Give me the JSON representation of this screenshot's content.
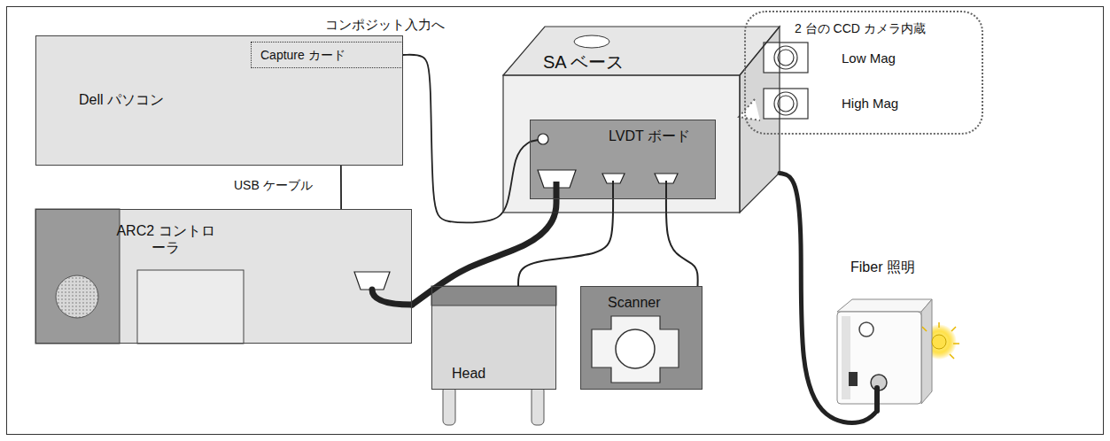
{
  "diagram": {
    "nodes": [
      {
        "text": [
          "Dell パソコン"
        ]
      },
      {
        "text": [
          "Capture カード"
        ],
        "in": 0
      },
      {
        "text": [
          "ARC2 コントローラ"
        ]
      },
      {
        "text": [
          "SA ベース"
        ]
      },
      {
        "text": [
          "LVDT ボード"
        ],
        "in": 3
      },
      {
        "text": [
          "2 台の CCD カメラ内蔵"
        ]
      },
      {
        "text": [
          "Head"
        ]
      },
      {
        "text": [
          "Scanner"
        ]
      },
      {
        "text": [
          "Fiber 照明"
        ]
      }
    ],
    "edges": [
      {
        "from": 1,
        "to": 4,
        "arrow": "none",
        "label": "コンポジット入力へ"
      },
      {
        "from": 0,
        "to": 2,
        "arrow": "none",
        "label": "USB ケーブル"
      },
      {
        "from": 2,
        "to": 4,
        "arrow": "none"
      },
      {
        "from": 4,
        "to": 6,
        "arrow": "none"
      },
      {
        "from": 4,
        "to": 7,
        "arrow": "none"
      },
      {
        "from": 3,
        "to": 8,
        "arrow": "none"
      }
    ],
    "labels": [
      "Low Mag",
      "High Mag"
    ]
  }
}
